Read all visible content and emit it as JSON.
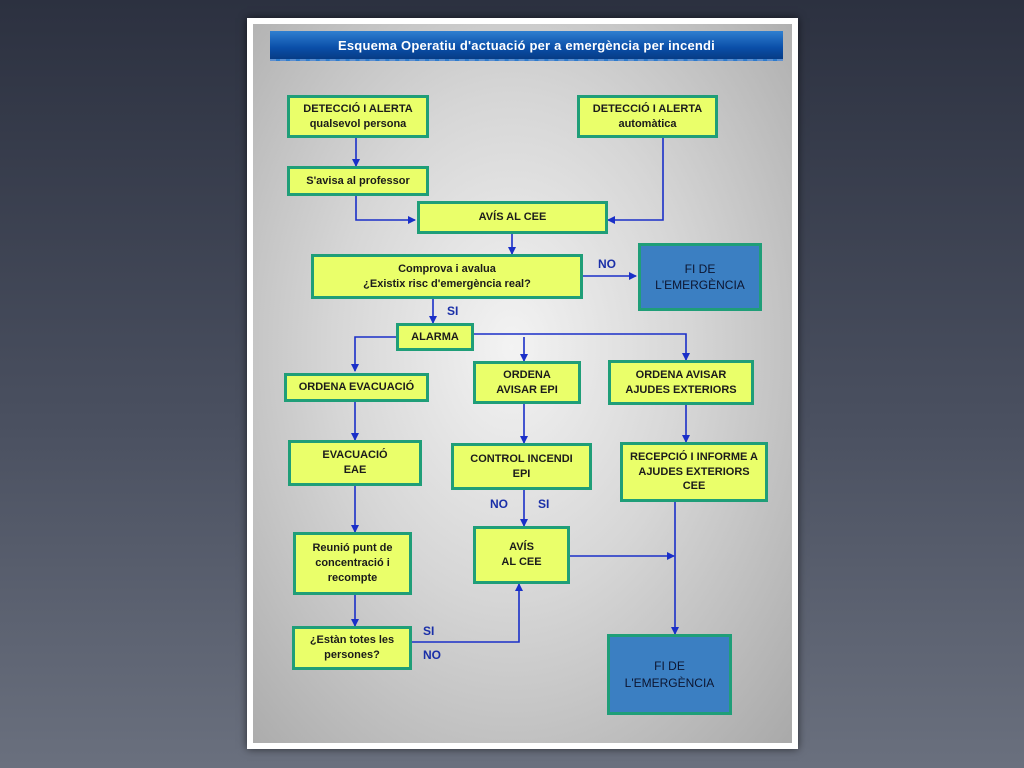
{
  "title": "Esquema Operatiu d'actuació per a emergència per incendi",
  "boxes": {
    "det_persona": [
      "DETECCIÓ I ALERTA",
      "qualsevol persona"
    ],
    "det_auto": [
      "DETECCIÓ I ALERTA",
      "automàtica"
    ],
    "avisa_prof": [
      "S'avisa al professor"
    ],
    "avis_cee_top": [
      "AVÍS AL CEE"
    ],
    "comprova": [
      "Comprova i avalua",
      "¿Existix risc d'emergència real?"
    ],
    "fi_top": [
      "FI DE",
      "L'EMERGÈNCIA"
    ],
    "alarma": [
      "ALARMA"
    ],
    "ordena_evac": [
      "ORDENA EVACUACIÓ"
    ],
    "ordena_epi": [
      "ORDENA",
      "AVISAR EPI"
    ],
    "ordena_ext": [
      "ORDENA AVISAR",
      "AJUDES EXTERIORS"
    ],
    "evac_eae": [
      "EVACUACIÓ",
      "EAE"
    ],
    "control": [
      "CONTROL INCENDI",
      "EPI"
    ],
    "recepcio": [
      "RECEPCIÓ I INFORME A",
      "AJUDES EXTERIORS",
      "CEE"
    ],
    "reunio": [
      "Reunió punt de",
      "concentració i",
      "recompte"
    ],
    "avis_cee_mid": [
      "AVÍS",
      "AL CEE"
    ],
    "estan": [
      "¿Estàn totes les",
      "persones?"
    ],
    "fi_bottom": [
      "FI DE",
      "L'EMERGÈNCIA"
    ]
  },
  "labels": {
    "no_risk": "NO",
    "si_risk": "SI",
    "no_control": "NO",
    "si_control": "SI",
    "si_persones": "SI",
    "no_persones": "NO"
  },
  "colors": {
    "box_fill": "#eaff6a",
    "box_border": "#1f9e78",
    "end_fill": "#3b7fc2",
    "arrow": "#1a2fc8",
    "title_bar": "#0a4ea8"
  }
}
